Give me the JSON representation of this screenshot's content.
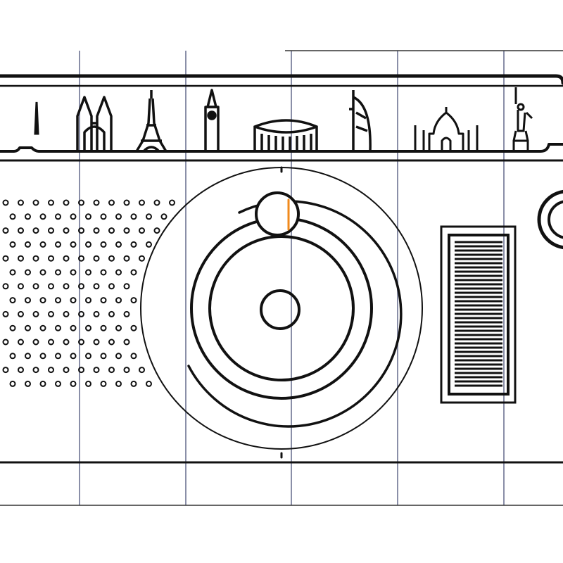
{
  "illustration": {
    "subject": "camera-line-art-with-world-landmarks-skyline",
    "colors": {
      "background": "#ffffff",
      "stroke": "#111111",
      "grid": "#8a8fa8",
      "accent": "#f08a1c"
    },
    "skyline_landmarks": [
      "obelisk",
      "cathedral-spires",
      "eiffel-tower",
      "big-ben",
      "colosseum",
      "burj-al-arab",
      "taj-mahal",
      "statue-of-liberty"
    ],
    "speaker_grille": {
      "rows": 14,
      "columns": 12
    }
  }
}
